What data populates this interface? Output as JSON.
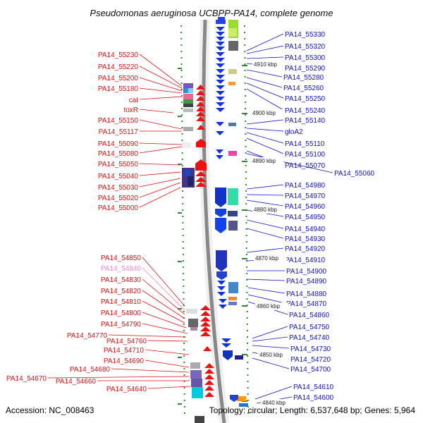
{
  "title": "Pseudomonas aeruginosa UCBPP-PA14, complete genome",
  "footer": {
    "accession": "Accession: NC_008463",
    "topology": "Topology: circular; Length: 6,537,648 bp; Genes: 5,964"
  },
  "colors": {
    "left_labels": "#dd1111",
    "left_labels_faded": "#ee88cc",
    "right_labels": "#1111cc",
    "forward_arrows": "#ee1111",
    "reverse_arrows": "#1133dd",
    "backbone": "#888888",
    "dots": "#2e8b2e"
  },
  "scale_marks": [
    "4910 kbp",
    "4900 kbp",
    "4890 kbp",
    "4880 kbp",
    "4870 kbp",
    "4860 kbp",
    "4850 kbp",
    "4840 kbp"
  ],
  "left_genes": [
    {
      "label": "PA14_55230",
      "faded": false
    },
    {
      "label": "PA14_55220",
      "faded": false
    },
    {
      "label": "PA14_55200",
      "faded": false
    },
    {
      "label": "PA14_55180",
      "faded": false
    },
    {
      "label": "cat",
      "faded": false
    },
    {
      "label": "toxR",
      "faded": false
    },
    {
      "label": "PA14_55150",
      "faded": false
    },
    {
      "label": "PA14_55117",
      "faded": false
    },
    {
      "label": "PA14_55090",
      "faded": false
    },
    {
      "label": "PA14_55080",
      "faded": false
    },
    {
      "label": "PA14_55050",
      "faded": false
    },
    {
      "label": "PA14_55040",
      "faded": false
    },
    {
      "label": "PA14_55030",
      "faded": false
    },
    {
      "label": "PA14_55020",
      "faded": false
    },
    {
      "label": "PA14_55000",
      "faded": false
    },
    {
      "label": "PA14_54850",
      "faded": false
    },
    {
      "label": "PA14_54840",
      "faded": true
    },
    {
      "label": "PA14_54830",
      "faded": false
    },
    {
      "label": "PA14_54820",
      "faded": false
    },
    {
      "label": "PA14_54810",
      "faded": false
    },
    {
      "label": "PA14_54800",
      "faded": false
    },
    {
      "label": "PA14_54790",
      "faded": false
    },
    {
      "label": "PA14_54770",
      "faded": false
    },
    {
      "label": "PA14_54760",
      "faded": false
    },
    {
      "label": "PA14_54710",
      "faded": false
    },
    {
      "label": "PA14_54690",
      "faded": false
    },
    {
      "label": "PA14_54680",
      "faded": false
    },
    {
      "label": "PA14_54670",
      "faded": false
    },
    {
      "label": "PA14_54660",
      "faded": false
    },
    {
      "label": "PA14_54640",
      "faded": false
    }
  ],
  "right_genes": [
    "PA14_55330",
    "PA14_55320",
    "PA14_55300",
    "PA14_55290",
    "PA14_55280",
    "PA14_55260",
    "PA14_55250",
    "PA14_55240",
    "PA14_55140",
    "gloA2",
    "PA14_55110",
    "PA14_55100",
    "PA14_55070",
    "PA14_55060",
    "PA14_54980",
    "PA14_54970",
    "PA14_54960",
    "PA14_54950",
    "PA14_54940",
    "PA14_54930",
    "PA14_54920",
    "PA14_54910",
    "PA14_54900",
    "PA14_54890",
    "PA14_54880",
    "PA14_54870",
    "PA14_54860",
    "PA14_54750",
    "PA14_54740",
    "PA14_54730",
    "PA14_54720",
    "PA14_54700",
    "PA14_54610",
    "PA14_54600"
  ]
}
